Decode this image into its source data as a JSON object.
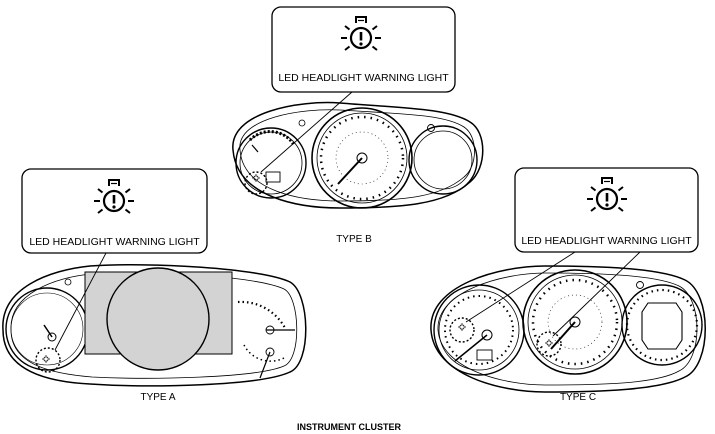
{
  "callout_label": "LED HEADLIGHT WARNING LIGHT",
  "warning_icon": "led-headlight-warning-icon",
  "types": {
    "a": "TYPE A",
    "b": "TYPE B",
    "c": "TYPE C"
  },
  "caption": "INSTRUMENT CLUSTER"
}
